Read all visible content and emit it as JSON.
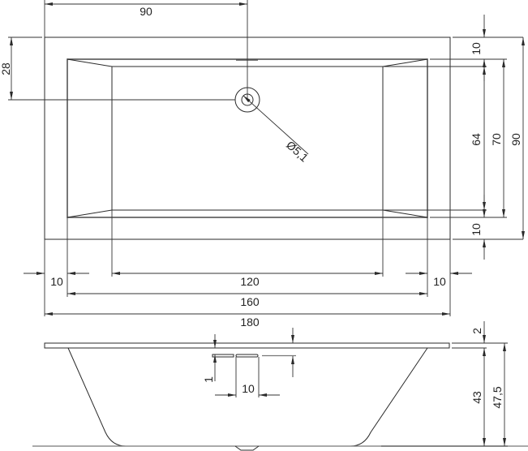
{
  "drawing": {
    "title": "Rectangular bathtub technical drawing",
    "views": [
      "top view",
      "side section view"
    ],
    "units": "cm"
  },
  "top_view": {
    "dimensions": {
      "drain_offset_x": "90",
      "drain_offset_y": "28",
      "drain_diameter": "Ø5,1",
      "rim_top": "10",
      "inner_width_bottom": "64",
      "inner_width_top": "70",
      "outer_width": "90",
      "rim_bottom": "10",
      "rim_left": "10",
      "bottom_length": "120",
      "rim_right": "10",
      "inner_length": "160",
      "outer_length": "180"
    }
  },
  "side_view": {
    "dimensions": {
      "rim_thickness": "2",
      "overflow_height": "1",
      "overflow_width": "10",
      "inner_depth": "43",
      "total_height": "47,5"
    }
  }
}
